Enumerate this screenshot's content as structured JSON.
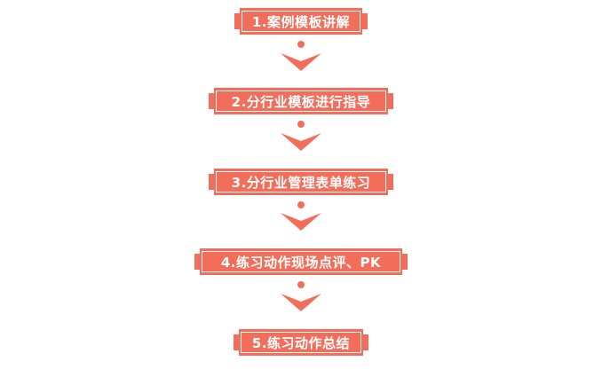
{
  "steps": [
    {
      "label": "1.案例模板讲解"
    },
    {
      "label": "2.分行业模板进行指导"
    },
    {
      "label": "3.分行业管理表单练习"
    },
    {
      "label": "4.练习动作现场点评、PK"
    },
    {
      "label": "5.练习动作总结"
    }
  ],
  "colors": {
    "accent": "#f26e5a",
    "text": "#ffffff",
    "background": "#ffffff"
  }
}
